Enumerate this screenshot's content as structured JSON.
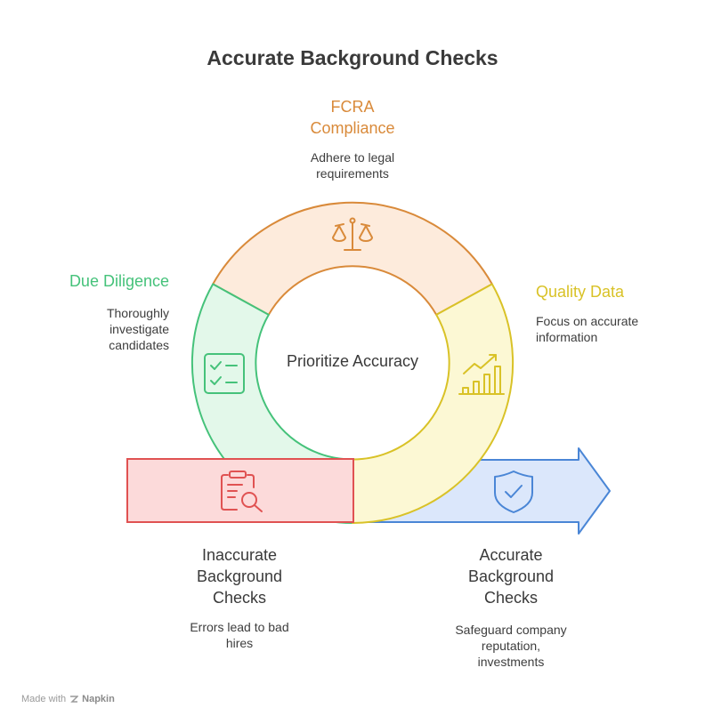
{
  "title": "Accurate Background Checks",
  "center_label": "Prioritize Accuracy",
  "sections": {
    "fcra": {
      "heading": "FCRA\nCompliance",
      "desc": "Adhere to legal\nrequirements",
      "icon": "scale-icon",
      "color": "#d98a3a"
    },
    "due_diligence": {
      "heading": "Due Diligence",
      "desc": "Thoroughly\ninvestigate\ncandidates",
      "icon": "checklist-icon",
      "color": "#45c27a"
    },
    "quality_data": {
      "heading": "Quality Data",
      "desc": "Focus on accurate\ninformation",
      "icon": "bar-chart-icon",
      "color": "#d9c227"
    },
    "inaccurate": {
      "heading": "Inaccurate\nBackground\nChecks",
      "desc": "Errors lead to bad\nhires",
      "icon": "document-search-icon",
      "color": "#e05252"
    },
    "accurate": {
      "heading": "Accurate\nBackground\nChecks",
      "desc": "Safeguard company\nreputation,\ninvestments",
      "icon": "shield-check-icon",
      "color": "#4a86d6"
    }
  },
  "footer": {
    "prefix": "Made with",
    "brand": "Napkin"
  }
}
